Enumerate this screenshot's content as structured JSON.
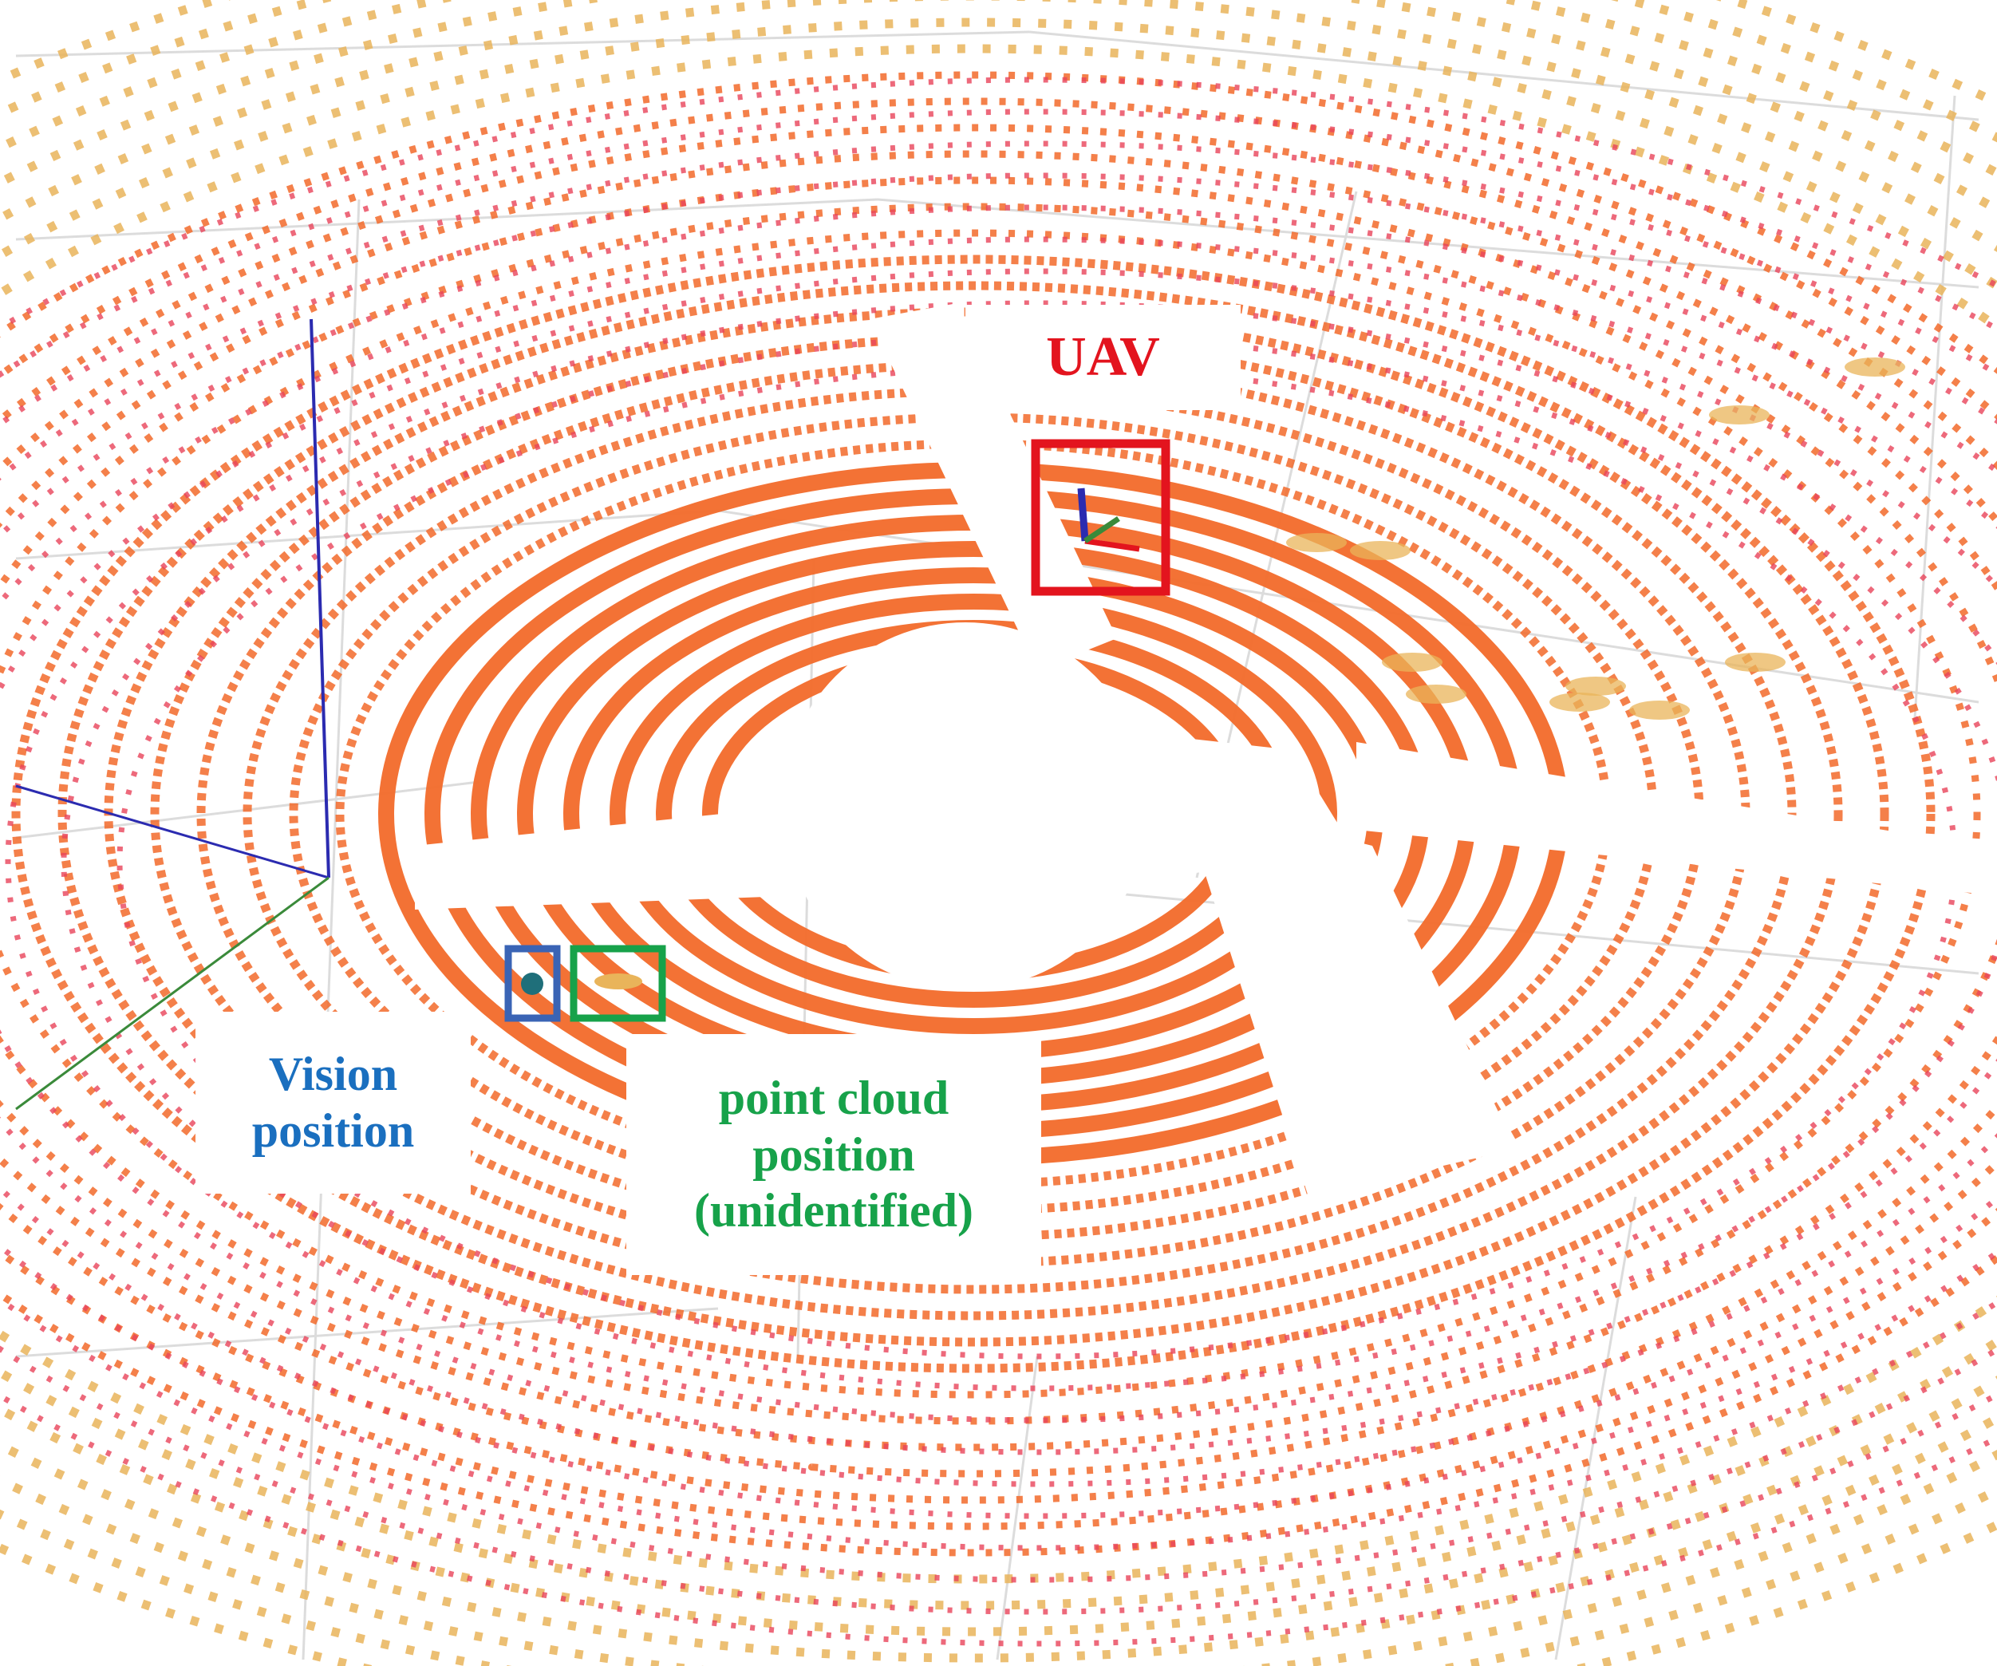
{
  "colors": {
    "background": "#ffffff",
    "grid_line": "#dcdcdc",
    "point_near": "#f26a2a",
    "point_far_red": "#e8435a",
    "point_yellow": "#e9b45a",
    "axis_blue": "#2b2bb0",
    "axis_green": "#3a8a3a",
    "uav_box": "#e3141e",
    "vision_box": "#3a64b5",
    "cloud_box": "#17a24a",
    "uav_text": "#e3141e",
    "vision_text": "#1a6fbf",
    "cloud_text": "#17a24a"
  },
  "labels": {
    "uav": "UAV",
    "vision_line1": "Vision",
    "vision_line2": "position",
    "cloud_line1": "point cloud",
    "cloud_line2": "position",
    "cloud_line3": "(unidentified)"
  },
  "icons": {
    "uav_marker": "coordinate-frame-icon",
    "vision_marker": "vision-target-icon",
    "cloud_marker": "point-cluster-icon"
  }
}
